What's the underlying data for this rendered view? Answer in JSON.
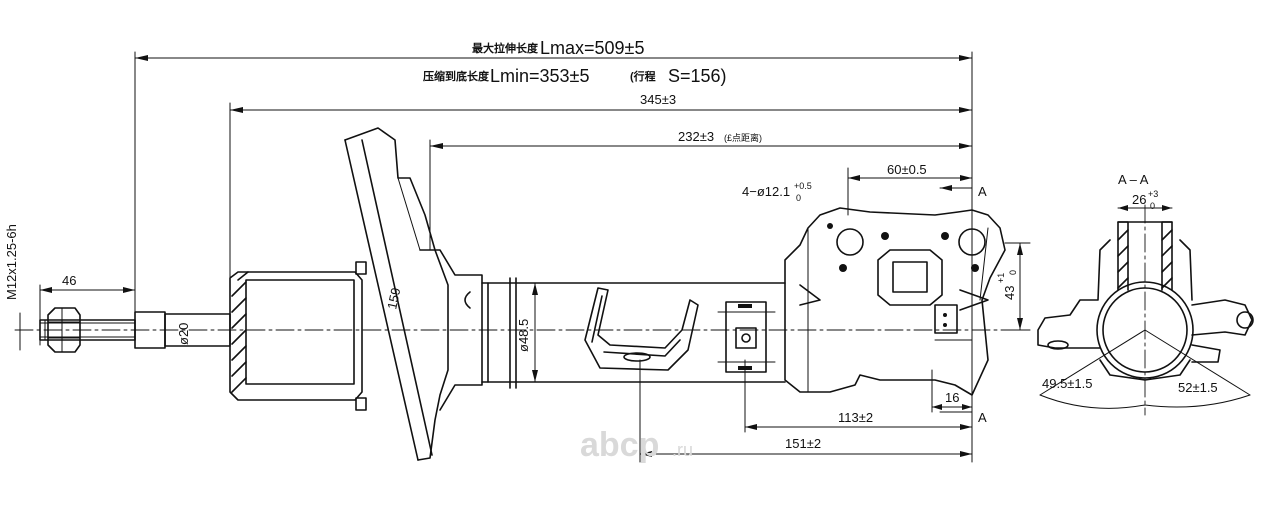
{
  "dimensions": {
    "lmax_cn": "最大拉伸长度",
    "lmax": "Lmax=509±5",
    "lmin_cn": "压缩到底长度",
    "lmin": "Lmin=353±5",
    "stroke_cn": "(行程",
    "stroke": "S=156)",
    "d345": "345±3",
    "d232": "232±3",
    "d232_note": "(£点距离)",
    "d60": "60±0.5",
    "holes": "4−ø12.1",
    "holes_tol_up": "+0.5",
    "holes_tol_low": "0",
    "thread": "M12x1.25-6h",
    "d46": "46",
    "d20": "ø20",
    "d159": "159",
    "d485": "ø48.5",
    "d43": "43",
    "d43_tol_up": "+1",
    "d43_tol_low": "0",
    "d16": "16",
    "d113": "113±2",
    "d151": "151±2",
    "section_label": "A – A",
    "d26": "26",
    "d26_tol_up": "+3",
    "d26_tol_low": "0",
    "d495": "49.5±1.5",
    "d52": "52±1.5",
    "mark_a": "A"
  },
  "watermark": {
    "brand": "abcp",
    "domain": ".ru"
  }
}
